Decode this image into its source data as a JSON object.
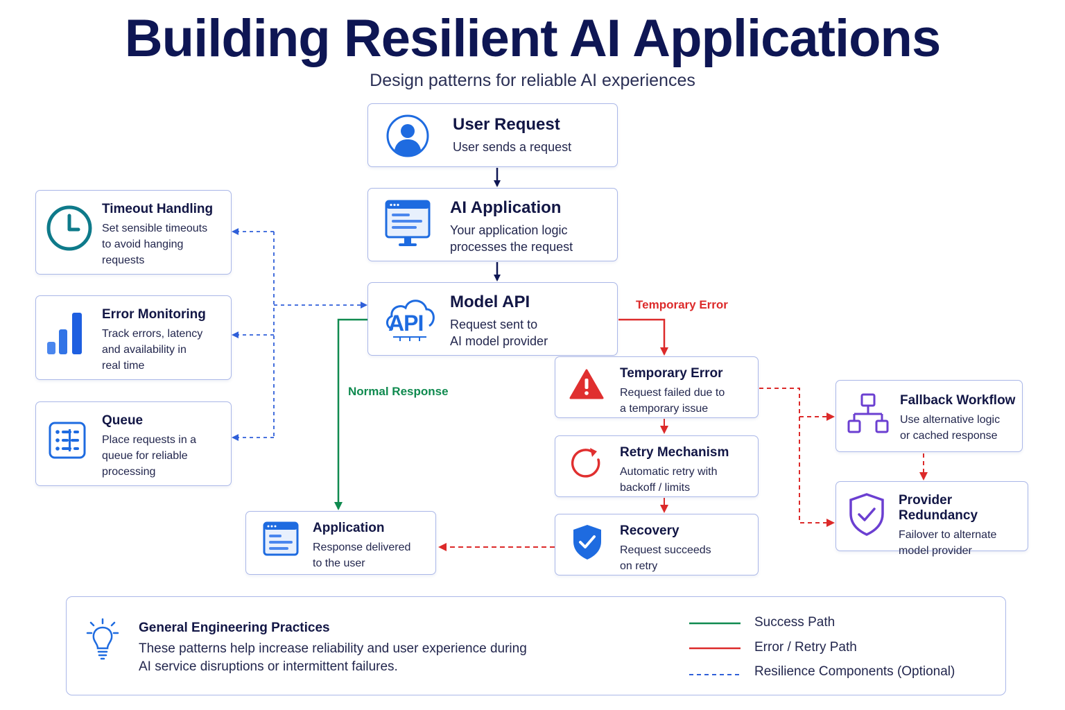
{
  "title": "Building Resilient AI Applications",
  "subtitle": "Design patterns for reliable AI experiences",
  "colors": {
    "success": "#0f8a4f",
    "error": "#dc2a2a",
    "resilience": "#2f5fd9",
    "navy": "#0e1654",
    "blue": "#1e6be0",
    "purple": "#6b3fd1",
    "teal": "#0e7a8a"
  },
  "flow": {
    "user_request": {
      "title": "User Request",
      "desc": "User sends a request",
      "icon": "user-icon"
    },
    "ai_application": {
      "title": "AI Application",
      "desc_1": "Your application logic",
      "desc_2": "processes the request",
      "icon": "browser-monitor-icon"
    },
    "model_api": {
      "title": "Model API",
      "desc_1": "Request sent to",
      "desc_2": "AI model provider",
      "icon_text": "API",
      "icon": "cloud-api-icon"
    },
    "temporary_error": {
      "title": "Temporary Error",
      "desc_1": "Request failed due to",
      "desc_2": "a temporary issue",
      "icon": "warning-icon"
    },
    "retry": {
      "title": "Retry Mechanism",
      "desc_1": "Automatic retry with",
      "desc_2": "backoff / limits",
      "icon": "retry-icon"
    },
    "recovery": {
      "title": "Recovery",
      "desc_1": "Request succeeds",
      "desc_2": "on retry",
      "icon": "shield-check-icon"
    },
    "application": {
      "title": "Application",
      "desc_1": "Response delivered",
      "desc_2": "to the user",
      "icon": "browser-window-icon"
    }
  },
  "side": {
    "timeout": {
      "title": "Timeout Handling",
      "desc_1": "Set sensible timeouts",
      "desc_2": "to avoid hanging",
      "desc_3": "requests",
      "icon": "clock-icon"
    },
    "monitoring": {
      "title": "Error Monitoring",
      "desc_1": "Track errors, latency",
      "desc_2": "and availability in",
      "desc_3": "real time",
      "icon": "bar-chart-icon"
    },
    "queue": {
      "title": "Queue",
      "desc_1": "Place requests in a",
      "desc_2": "queue for reliable",
      "desc_3": "processing",
      "icon": "list-icon"
    }
  },
  "right": {
    "fallback": {
      "title": "Fallback Workflow",
      "desc_1": "Use alternative logic",
      "desc_2": "or cached response",
      "icon": "hierarchy-icon"
    },
    "redundancy": {
      "title": "Provider Redundancy",
      "desc_1": "Failover to alternate",
      "desc_2": "model provider",
      "icon": "shield-check-icon"
    }
  },
  "labels": {
    "temporary_error": "Temporary Error",
    "normal_response": "Normal Response"
  },
  "practices": {
    "title": "General Engineering Practices",
    "desc_1": "These patterns help increase reliability and user experience during",
    "desc_2": "AI service disruptions or intermittent failures.",
    "icon": "lightbulb-icon"
  },
  "legend": [
    {
      "label": "Success Path",
      "style": "solid",
      "color": "#0f8a4f"
    },
    {
      "label": "Error / Retry Path",
      "style": "solid",
      "color": "#dc2a2a"
    },
    {
      "label": "Resilience Components (Optional)",
      "style": "dashed",
      "color": "#2f5fd9"
    }
  ]
}
